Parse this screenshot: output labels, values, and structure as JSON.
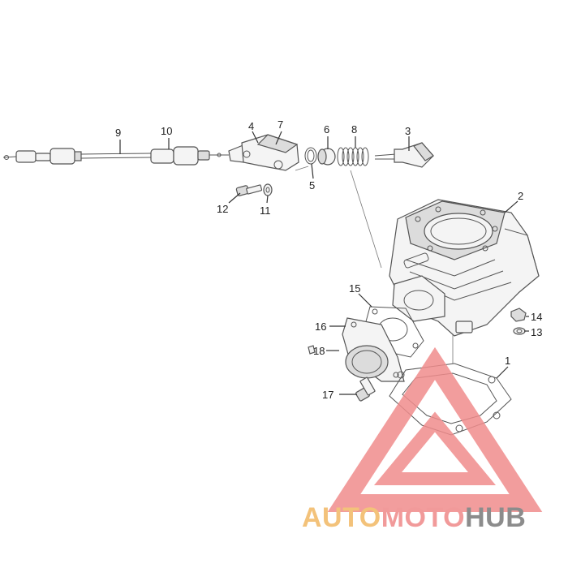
{
  "labels": {
    "p1": "1",
    "p2": "2",
    "p3": "3",
    "p4": "4",
    "p5": "5",
    "p6": "6",
    "p7": "7",
    "p8": "8",
    "p9": "9",
    "p10": "10",
    "p11": "11",
    "p12": "12",
    "p13": "13",
    "p14": "14",
    "p15": "15",
    "p16": "16",
    "p17": "17",
    "p18": "18"
  },
  "watermark": {
    "part1": "AUTO",
    "part2": "MOTO",
    "part3": "HUB",
    "color1": "#f3c27a",
    "color2": "#f19a9a",
    "color3": "#8c8c8c",
    "triangle_color": "#f08c8c"
  }
}
